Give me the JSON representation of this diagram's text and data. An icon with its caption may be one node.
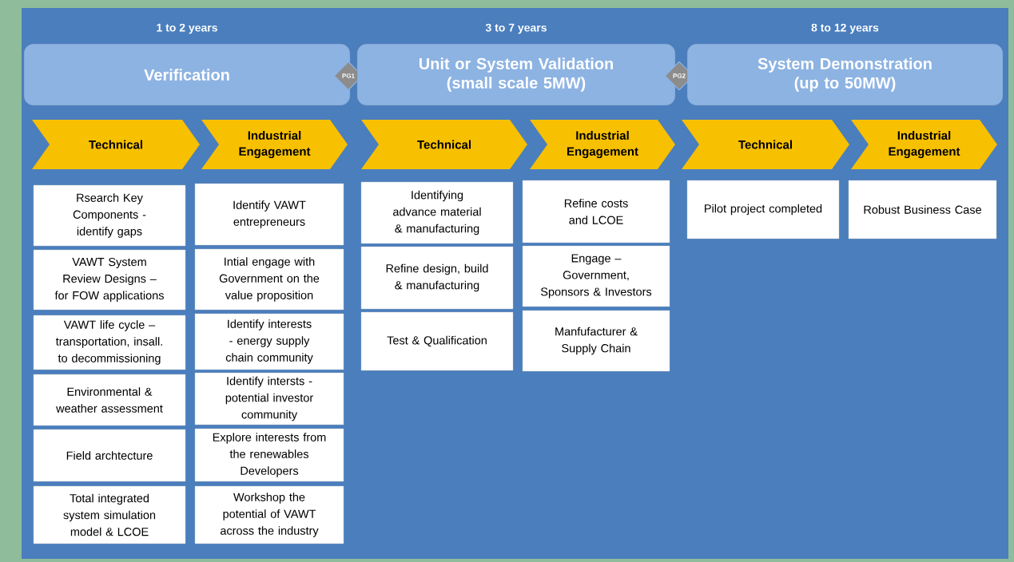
{
  "diagram": {
    "nodes": [
      {
        "text": [
          "Verification"
        ],
        "beside": [
          "1 to 2 years"
        ]
      },
      {
        "text": [
          "PG1"
        ]
      },
      {
        "text": [
          "Unit or System Validation (small scale 5MW)"
        ],
        "beside": [
          "3 to 7 years"
        ]
      },
      {
        "text": [
          "PG2"
        ]
      },
      {
        "text": [
          "System Demonstration (up to 50MW)"
        ],
        "beside": [
          "8 to 12 years"
        ]
      },
      {
        "text": [
          "Technical"
        ]
      },
      {
        "text": [
          "Industrial Engagement"
        ]
      },
      {
        "text": [
          "Technical"
        ]
      },
      {
        "text": [
          "Industrial Engagement"
        ]
      },
      {
        "text": [
          "Technical"
        ]
      },
      {
        "text": [
          "Industrial Engagement"
        ]
      },
      {
        "text": [
          "Rsearch Key Components - identify gaps"
        ]
      },
      {
        "text": [
          "VAWT System Review Designs – for FOW applications"
        ]
      },
      {
        "text": [
          "VAWT life cycle – transportation, insall. to decommissioning"
        ]
      },
      {
        "text": [
          "Environmental & weather assessment"
        ]
      },
      {
        "text": [
          "Field archtecture"
        ]
      },
      {
        "text": [
          "Total integrated system simulation model & LCOE"
        ]
      },
      {
        "text": [
          "Identify VAWT entrepreneurs"
        ]
      },
      {
        "text": [
          "Intial engage with Government on the value proposition"
        ]
      },
      {
        "text": [
          "Identify interests - energy supply chain community"
        ]
      },
      {
        "text": [
          "Identify intersts - potential investor community"
        ]
      },
      {
        "text": [
          "Explore interests from the renewables Developers"
        ]
      },
      {
        "text": [
          "Workshop the potential of VAWT across the industry"
        ]
      },
      {
        "text": [
          "Identifying advance material & manufacturing"
        ]
      },
      {
        "text": [
          "Refine design, build & manufacturing"
        ]
      },
      {
        "text": [
          "Test & Qualification"
        ]
      },
      {
        "text": [
          "Refine costs and LCOE"
        ]
      },
      {
        "text": [
          "Engage – Government, Sponsors & Investors"
        ]
      },
      {
        "text": [
          "Manfufacturer & Supply Chain"
        ]
      },
      {
        "text": [
          "Pilot project completed"
        ]
      },
      {
        "text": [
          "Robust Business Case"
        ]
      }
    ]
  }
}
